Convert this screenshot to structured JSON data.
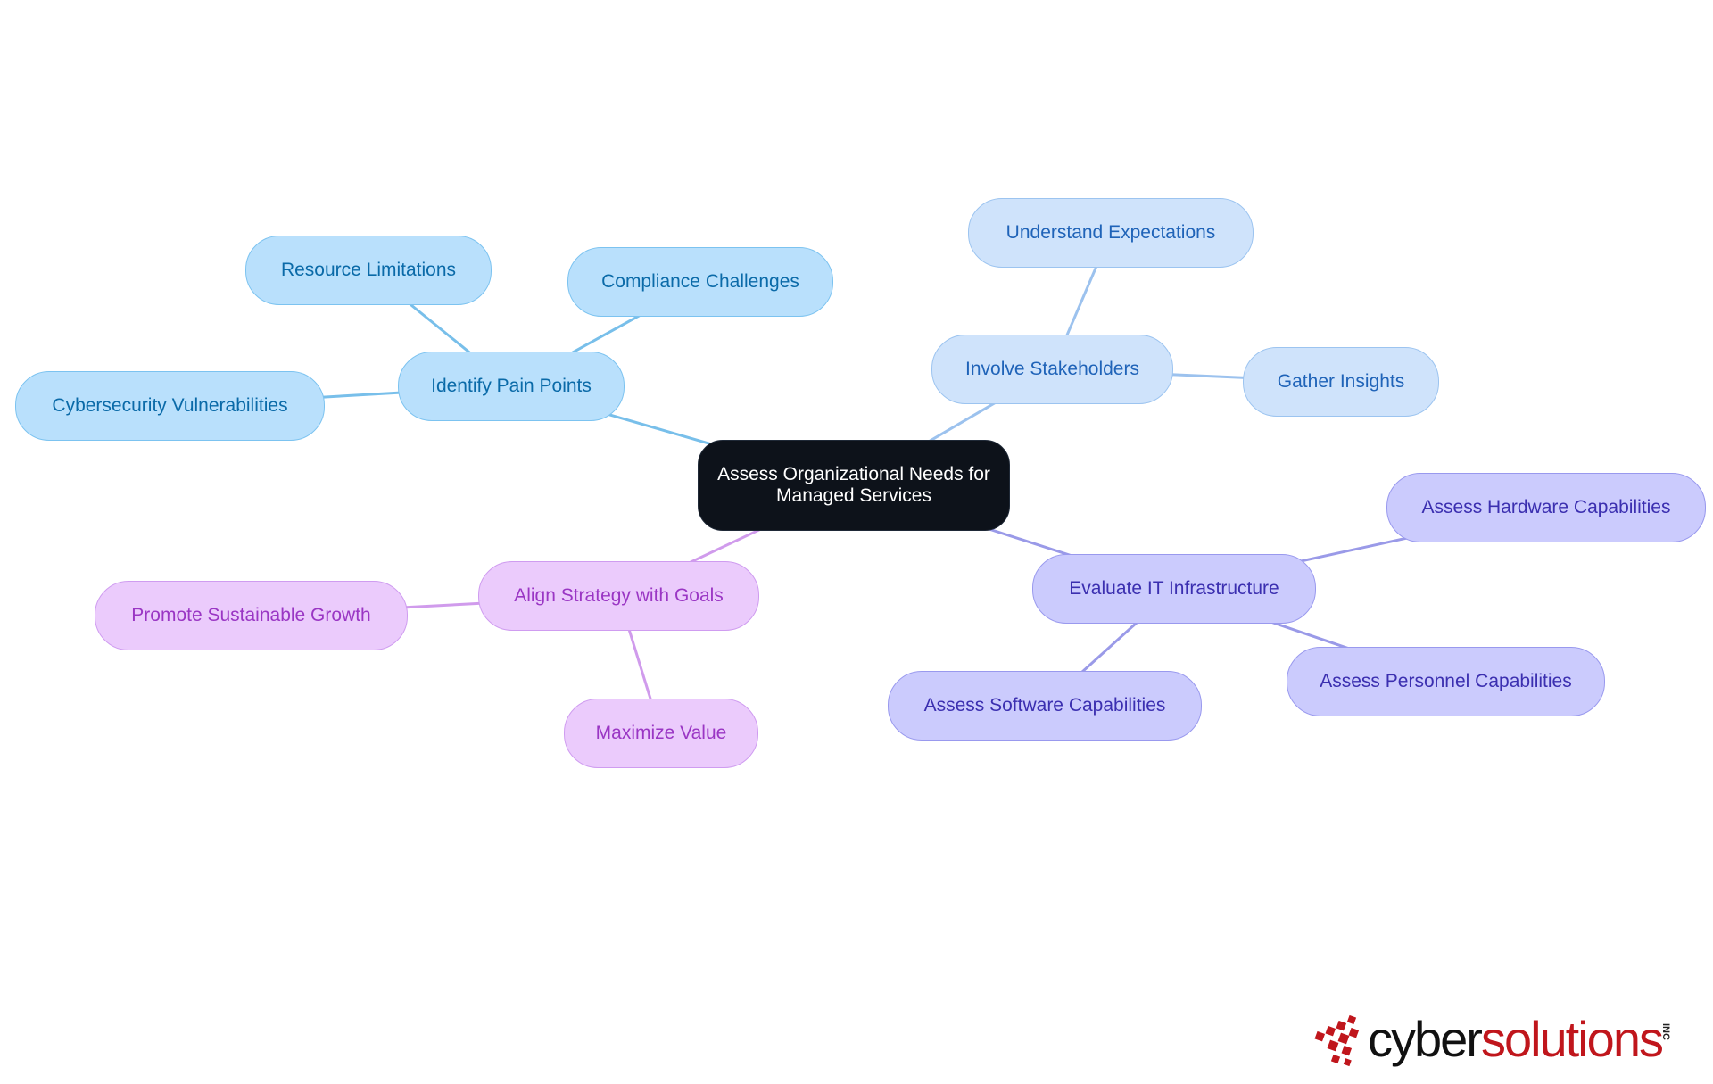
{
  "diagram": {
    "root": {
      "id": "root",
      "label": "Assess Organizational Needs for Managed Services",
      "fill": "#0d121a",
      "border": "#1f2937",
      "text": "#ffffff"
    },
    "branches": [
      {
        "id": "b1",
        "label": "Identify Pain Points",
        "fill": "#b9e0fc",
        "border": "#7cc3f0",
        "text": "#0a6aa8",
        "line": "#78bfea",
        "children": [
          {
            "id": "b1c1",
            "label": "Resource Limitations"
          },
          {
            "id": "b1c2",
            "label": "Compliance Challenges"
          },
          {
            "id": "b1c3",
            "label": "Cybersecurity Vulnerabilities"
          }
        ]
      },
      {
        "id": "b2",
        "label": "Involve Stakeholders",
        "fill": "#cfe3fb",
        "border": "#9cc4f0",
        "text": "#1f63b8",
        "line": "#9cc2ee",
        "children": [
          {
            "id": "b2c1",
            "label": "Understand Expectations"
          },
          {
            "id": "b2c2",
            "label": "Gather Insights"
          }
        ]
      },
      {
        "id": "b3",
        "label": "Evaluate IT Infrastructure",
        "fill": "#cbcbfd",
        "border": "#9999ee",
        "text": "#3b2fb0",
        "line": "#9a9ae8",
        "children": [
          {
            "id": "b3c1",
            "label": "Assess Hardware Capabilities"
          },
          {
            "id": "b3c2",
            "label": "Assess Personnel Capabilities"
          },
          {
            "id": "b3c3",
            "label": "Assess Software Capabilities"
          }
        ]
      },
      {
        "id": "b4",
        "label": "Align Strategy with Goals",
        "fill": "#ebcbfc",
        "border": "#cf9cf0",
        "text": "#9a36c4",
        "line": "#d09bec",
        "children": [
          {
            "id": "b4c1",
            "label": "Promote Sustainable Growth"
          },
          {
            "id": "b4c2",
            "label": "Maximize Value"
          }
        ]
      }
    ]
  },
  "logo": {
    "part1": "cyber",
    "part2": "solutions",
    "suffix": "INC",
    "color1": "#111111",
    "color2": "#c0161c"
  }
}
